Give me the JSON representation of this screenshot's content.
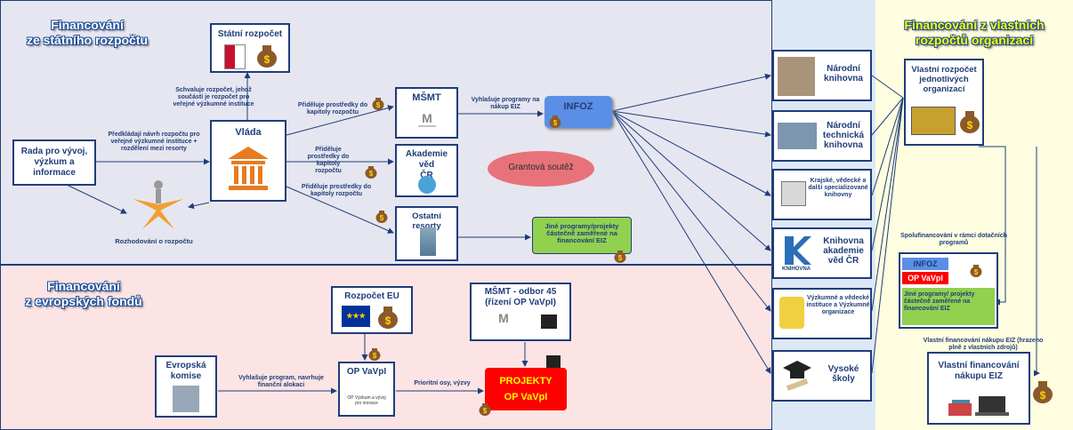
{
  "sections": {
    "state": {
      "title_line1": "Financování",
      "title_line2": "ze státního rozpočtu"
    },
    "eu": {
      "title_line1": "Financování",
      "title_line2": "z evropských fondů"
    },
    "own": {
      "title_line1": "Financování z vlastních",
      "title_line2": "rozpočtů organizací"
    }
  },
  "boxes": {
    "statni_rozpocet": "Státní rozpočet",
    "rada_line1": "Rada pro vývoj,",
    "rada_line2": "výzkum a",
    "rada_line3": "informace",
    "vlada": "Vláda",
    "msmt": "MŠMT",
    "infoz": "INFOZ",
    "akademie_line1": "Akademie věd",
    "akademie_line2": "ČR",
    "ostatni": "Ostatní resorty",
    "grantova": "Grantová soutěž",
    "jine_programy": "Jiné programy/projekty částečně zaměřené na financování EIZ",
    "rozpocet_eu": "Rozpočet EU",
    "msmt45_line1": "MŠMT - odbor 45",
    "msmt45_line2": "(řízení OP VaVpI)",
    "evropska_line1": "Evropská",
    "evropska_line2": "komise",
    "opvavpi": "OP VaVpI",
    "opvavpi_sub": "OP Výzkum a vývoj pro inovace",
    "projekty_line1": "PROJEKTY",
    "projekty_line2": "OP VaVpI"
  },
  "labels": {
    "schvaluje": "Schvaluje rozpočet, jehož součástí je rozpočet pro veřejné výzkumné instituce",
    "predkladaji": "Předkládají návrh rozpočtu pro veřejné výzkumné instituce + rozdělení mezi resorty",
    "prideluje1": "Přiděluje prostředky do kapitoly rozpočtu",
    "prideluje2": "Přiděluje prostředky do kapitoly rozpočtu",
    "prideluje3": "Přiděluje prostředky do kapitoly rozpočtu",
    "vyhlasuje": "Vyhlašuje programy na nákup EIZ",
    "rozhodovani": "Rozhodování o rozpočtu",
    "vyhlasuje_program": "Vyhlašuje program, navrhuje finanční alokaci",
    "prioritni": "Prioritní osy, výzvy"
  },
  "institutions": [
    {
      "name": "Národní knihovna"
    },
    {
      "name": "Národní technická knihovna"
    },
    {
      "name": "Krajské, vědecké a další specializované knihovny"
    },
    {
      "name": "Knihovna akademie věd ČR"
    },
    {
      "name": "Výzkumné a vědecké instituce a Výzkumné organizace"
    },
    {
      "name": "Vysoké školy"
    }
  ],
  "right": {
    "vlastni_line1": "Vlastní rozpočet",
    "vlastni_line2": "jednotlivých",
    "vlastni_line3": "organizací",
    "spolufinancovani": "Spolufinancování v rámci dotačních programů",
    "infoz": "INFOZ",
    "opvavpi": "OP VaVpI",
    "jine": "Jiné programy/ projekty částečně zaměřené na financování EIZ",
    "vlastni_fin_label": "Vlastní financování nákupu EIZ (hrazeno plně z vlastních zdrojů)",
    "vlastni_fin_box": "Vlastní financování nákupu EIZ"
  },
  "logo_texts": {
    "msmt_caption": "MINISTERSTVO ŠKOLSTVÍ MLÁDEŽE A TĚLOVÝCHOVY",
    "knav": "KNIHOVNA"
  },
  "colors": {
    "state_bg": "#e6e6f0",
    "eu_bg": "#fce4e4",
    "inst_bg": "#dde8f6",
    "own_bg": "#fefde0",
    "border": "#1f3d7a",
    "infoz": "#5b8fe6",
    "grant": "#e8727a",
    "green": "#92d050",
    "red": "#ff0000"
  }
}
